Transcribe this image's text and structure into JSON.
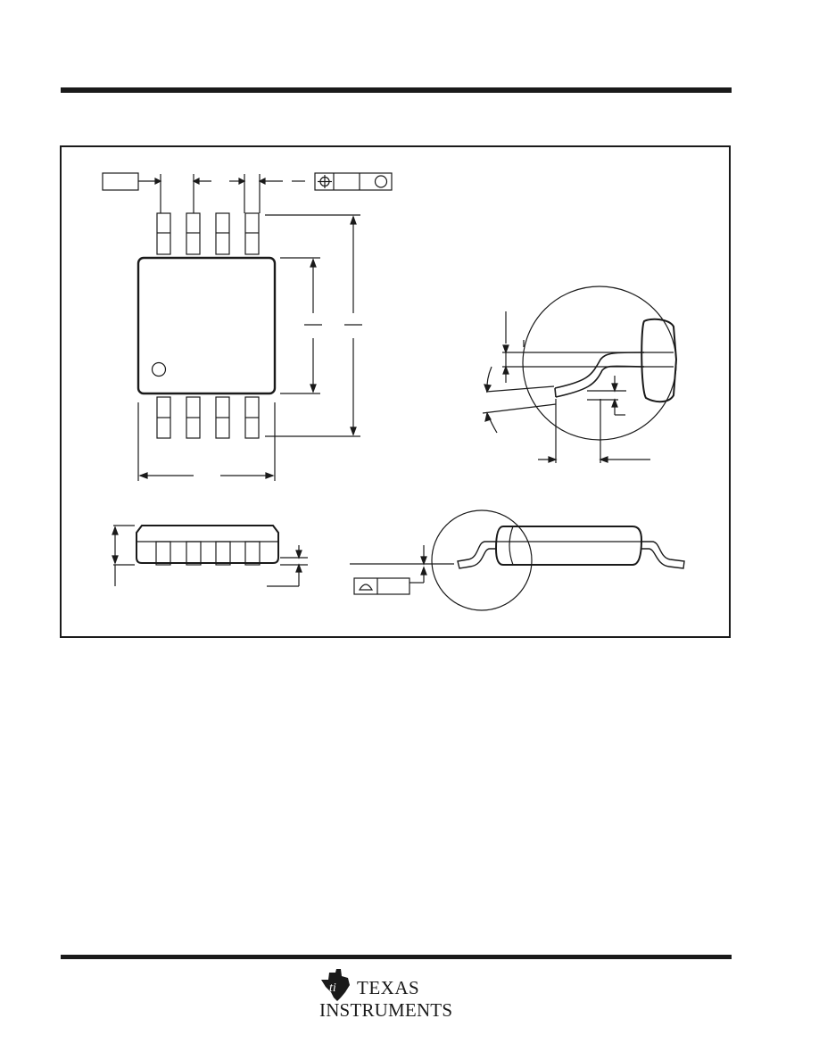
{
  "document": {
    "header_rule": true,
    "footer_rule": true
  },
  "drawing": {
    "frame": "outline-drawing",
    "views": [
      "top-view",
      "gage-detail",
      "end-view",
      "side-view"
    ],
    "pin_count_per_side": 4,
    "pin1_marker": "circle",
    "symbols": [
      "position-tolerance-symbol",
      "coplanarity-symbol",
      "datum-box"
    ]
  },
  "logo": {
    "brand_line1": "Texas",
    "brand_line2": "Instruments",
    "icon": "ti-state-logo-icon"
  }
}
